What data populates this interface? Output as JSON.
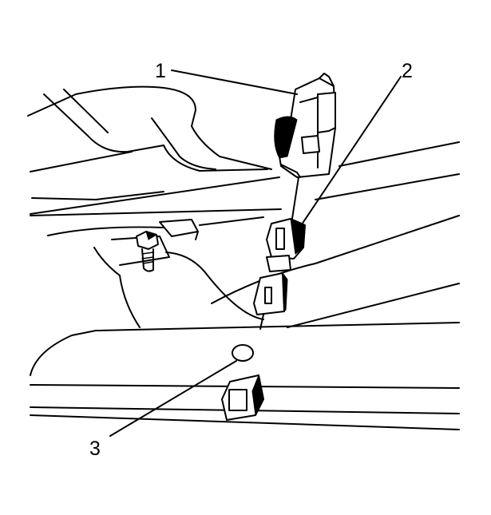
{
  "callouts": [
    {
      "number": "1",
      "target": "sensor-connector"
    },
    {
      "number": "2",
      "target": "harness-connector"
    },
    {
      "number": "3",
      "target": "mounting-hole"
    }
  ]
}
